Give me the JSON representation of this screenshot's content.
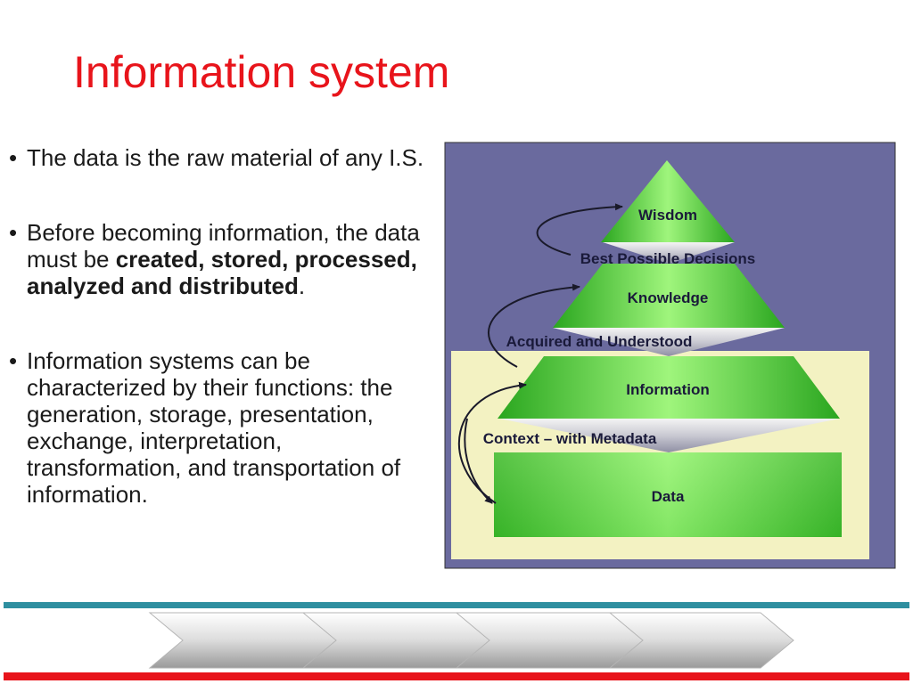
{
  "slide": {
    "title": "Information system",
    "bullets": [
      {
        "text": "The data is the raw material of any I.S."
      },
      {
        "text_before": "Before becoming information, the data must be ",
        "bold": "created, stored, processed, analyzed and distributed",
        "text_after": "."
      },
      {
        "text": "Information systems can be characterized by their functions: the generation, storage, presentation, exchange, interpretation, transformation, and transportation of information."
      }
    ]
  },
  "diagram": {
    "levels": {
      "wisdom": "Wisdom",
      "knowledge": "Knowledge",
      "information": "Information",
      "data": "Data"
    },
    "transitions": {
      "best_decisions": "Best Possible Decisions",
      "acquired": "Acquired and Understood",
      "context": "Context – with Metadata"
    }
  },
  "colors": {
    "title": "#e8141b",
    "panel_purple": "#6a6a9e",
    "panel_yellow": "#f3f2c2",
    "green_light": "#8cf26e",
    "green_dark": "#3fb82c",
    "footer_teal": "#2e8fa0",
    "footer_red": "#e8141b"
  }
}
